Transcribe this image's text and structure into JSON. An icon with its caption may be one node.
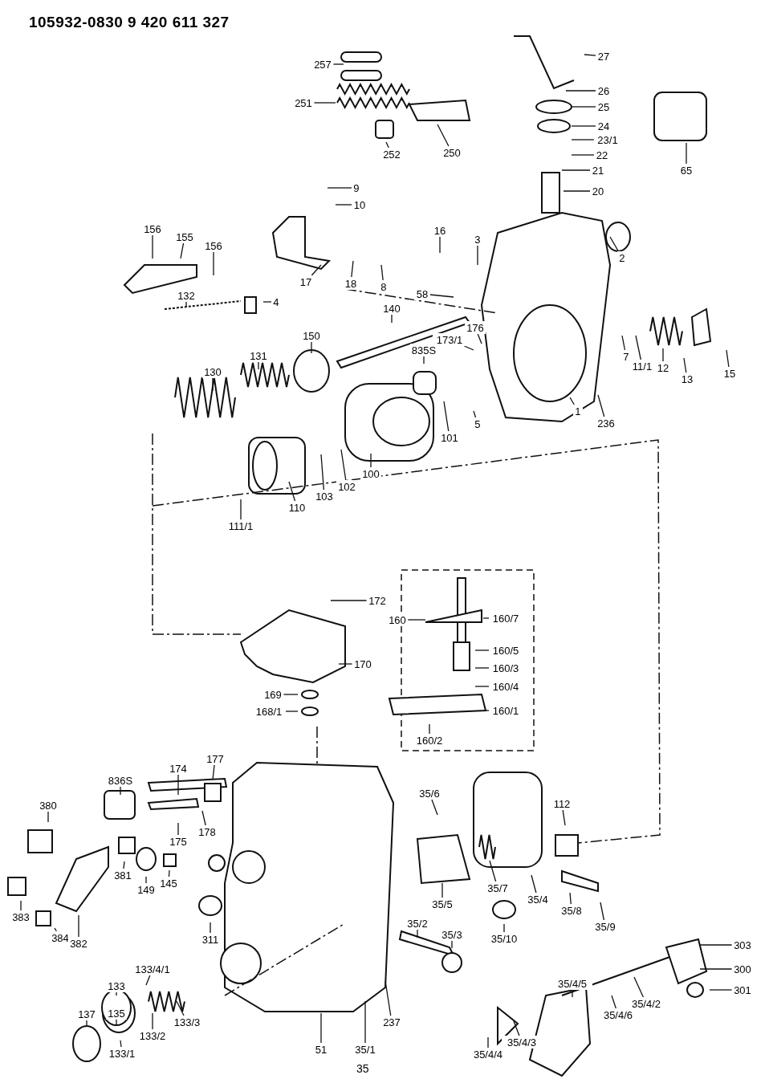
{
  "diagram": {
    "title": "105932-0830 9 420 611 327",
    "nodes": [
      {
        "text": [
          "257"
        ]
      },
      {
        "text": [
          "251"
        ]
      },
      {
        "text": [
          "252"
        ]
      },
      {
        "text": [
          "250"
        ]
      },
      {
        "text": [
          "27"
        ]
      },
      {
        "text": [
          "26"
        ]
      },
      {
        "text": [
          "25"
        ]
      },
      {
        "text": [
          "24"
        ]
      },
      {
        "text": [
          "23/1"
        ]
      },
      {
        "text": [
          "22"
        ]
      },
      {
        "text": [
          "21"
        ]
      },
      {
        "text": [
          "20"
        ]
      },
      {
        "text": [
          "65"
        ]
      },
      {
        "text": [
          "9"
        ]
      },
      {
        "text": [
          "10"
        ]
      },
      {
        "text": [
          "156"
        ]
      },
      {
        "text": [
          "155"
        ]
      },
      {
        "text": [
          "156"
        ]
      },
      {
        "text": [
          "132"
        ]
      },
      {
        "text": [
          "4"
        ]
      },
      {
        "text": [
          "16"
        ]
      },
      {
        "text": [
          "3"
        ]
      },
      {
        "text": [
          "2"
        ]
      },
      {
        "text": [
          "17"
        ]
      },
      {
        "text": [
          "18"
        ]
      },
      {
        "text": [
          "8"
        ]
      },
      {
        "text": [
          "58"
        ]
      },
      {
        "text": [
          "140"
        ]
      },
      {
        "text": [
          "176"
        ]
      },
      {
        "text": [
          "173/1"
        ]
      },
      {
        "text": [
          "835S"
        ]
      },
      {
        "text": [
          "7"
        ]
      },
      {
        "text": [
          "11/1"
        ]
      },
      {
        "text": [
          "12"
        ]
      },
      {
        "text": [
          "13"
        ]
      },
      {
        "text": [
          "15"
        ]
      },
      {
        "text": [
          "150"
        ]
      },
      {
        "text": [
          "131"
        ]
      },
      {
        "text": [
          "130"
        ]
      },
      {
        "text": [
          "101"
        ]
      },
      {
        "text": [
          "5"
        ]
      },
      {
        "text": [
          "1"
        ]
      },
      {
        "text": [
          "236"
        ]
      },
      {
        "text": [
          "100"
        ]
      },
      {
        "text": [
          "102"
        ]
      },
      {
        "text": [
          "103"
        ]
      },
      {
        "text": [
          "110"
        ]
      },
      {
        "text": [
          "111/1"
        ]
      },
      {
        "text": [
          "172"
        ]
      },
      {
        "text": [
          "160"
        ]
      },
      {
        "text": [
          "160/7"
        ]
      },
      {
        "text": [
          "160/5"
        ]
      },
      {
        "text": [
          "160/3"
        ]
      },
      {
        "text": [
          "170"
        ]
      },
      {
        "text": [
          "160/4"
        ]
      },
      {
        "text": [
          "169"
        ]
      },
      {
        "text": [
          "168/1"
        ]
      },
      {
        "text": [
          "160/1"
        ]
      },
      {
        "text": [
          "160/2"
        ]
      },
      {
        "text": [
          "177"
        ]
      },
      {
        "text": [
          "174"
        ]
      },
      {
        "text": [
          "836S"
        ]
      },
      {
        "text": [
          "380"
        ]
      },
      {
        "text": [
          "112"
        ]
      },
      {
        "text": [
          "35/6"
        ]
      },
      {
        "text": [
          "178"
        ]
      },
      {
        "text": [
          "175"
        ]
      },
      {
        "text": [
          "381"
        ]
      },
      {
        "text": [
          "149"
        ]
      },
      {
        "text": [
          "145"
        ]
      },
      {
        "text": [
          "35/7"
        ]
      },
      {
        "text": [
          "35/4"
        ]
      },
      {
        "text": [
          "35/5"
        ]
      },
      {
        "text": [
          "35/8"
        ]
      },
      {
        "text": [
          "35/9"
        ]
      },
      {
        "text": [
          "383"
        ]
      },
      {
        "text": [
          "384"
        ]
      },
      {
        "text": [
          "382"
        ]
      },
      {
        "text": [
          "311"
        ]
      },
      {
        "text": [
          "35/10"
        ]
      },
      {
        "text": [
          "35/2"
        ]
      },
      {
        "text": [
          "35/3"
        ]
      },
      {
        "text": [
          "133/4/1"
        ]
      },
      {
        "text": [
          "133"
        ]
      },
      {
        "text": [
          "137"
        ]
      },
      {
        "text": [
          "135"
        ]
      },
      {
        "text": [
          "133/3"
        ]
      },
      {
        "text": [
          "133/2"
        ]
      },
      {
        "text": [
          "133/1"
        ]
      },
      {
        "text": [
          "51"
        ]
      },
      {
        "text": [
          "35/1"
        ]
      },
      {
        "text": [
          "237"
        ]
      },
      {
        "text": [
          "303"
        ]
      },
      {
        "text": [
          "300"
        ]
      },
      {
        "text": [
          "301"
        ]
      },
      {
        "text": [
          "35/4/5"
        ]
      },
      {
        "text": [
          "35/4/2"
        ]
      },
      {
        "text": [
          "35/4/6"
        ]
      },
      {
        "text": [
          "35/4/3"
        ]
      },
      {
        "text": [
          "35/4/4"
        ]
      }
    ],
    "edges": [
      {
        "from": 0,
        "to": null,
        "arrow": "none"
      },
      {
        "from": 1,
        "to": null,
        "arrow": "none"
      },
      {
        "from": 2,
        "to": null,
        "arrow": "none"
      },
      {
        "from": 3,
        "to": null,
        "arrow": "none"
      },
      {
        "from": 4,
        "to": null,
        "arrow": "none"
      },
      {
        "from": 5,
        "to": null,
        "arrow": "none"
      },
      {
        "from": 6,
        "to": null,
        "arrow": "none"
      },
      {
        "from": 7,
        "to": null,
        "arrow": "none"
      },
      {
        "from": 8,
        "to": null,
        "arrow": "none"
      },
      {
        "from": 9,
        "to": null,
        "arrow": "none"
      },
      {
        "from": 10,
        "to": null,
        "arrow": "none"
      },
      {
        "from": 11,
        "to": null,
        "arrow": "none"
      },
      {
        "from": 12,
        "to": null,
        "arrow": "none"
      },
      {
        "from": 13,
        "to": null,
        "arrow": "none"
      },
      {
        "from": 14,
        "to": null,
        "arrow": "none"
      },
      {
        "from": 15,
        "to": null,
        "arrow": "none"
      },
      {
        "from": 16,
        "to": null,
        "arrow": "none"
      },
      {
        "from": 17,
        "to": null,
        "arrow": "none"
      },
      {
        "from": 18,
        "to": null,
        "arrow": "none"
      },
      {
        "from": 19,
        "to": null,
        "arrow": "none"
      },
      {
        "from": 20,
        "to": null,
        "arrow": "none"
      },
      {
        "from": 21,
        "to": null,
        "arrow": "none"
      },
      {
        "from": 22,
        "to": null,
        "arrow": "none"
      },
      {
        "from": 23,
        "to": null,
        "arrow": "none"
      },
      {
        "from": 24,
        "to": null,
        "arrow": "none"
      },
      {
        "from": 25,
        "to": null,
        "arrow": "none"
      },
      {
        "from": 26,
        "to": null,
        "arrow": "none"
      },
      {
        "from": 27,
        "to": null,
        "arrow": "none"
      },
      {
        "from": 28,
        "to": null,
        "arrow": "none"
      },
      {
        "from": 29,
        "to": null,
        "arrow": "none"
      },
      {
        "from": 30,
        "to": null,
        "arrow": "none"
      },
      {
        "from": 31,
        "to": null,
        "arrow": "none"
      },
      {
        "from": 32,
        "to": null,
        "arrow": "none"
      },
      {
        "from": 33,
        "to": null,
        "arrow": "none"
      },
      {
        "from": 34,
        "to": null,
        "arrow": "none"
      },
      {
        "from": 35,
        "to": null,
        "arrow": "none"
      },
      {
        "from": 36,
        "to": null,
        "arrow": "none"
      },
      {
        "from": 37,
        "to": null,
        "arrow": "none"
      },
      {
        "from": 38,
        "to": null,
        "arrow": "none"
      },
      {
        "from": 39,
        "to": null,
        "arrow": "none"
      },
      {
        "from": 40,
        "to": null,
        "arrow": "none"
      },
      {
        "from": 41,
        "to": null,
        "arrow": "none"
      },
      {
        "from": 42,
        "to": null,
        "arrow": "none"
      },
      {
        "from": 43,
        "to": null,
        "arrow": "none"
      },
      {
        "from": 44,
        "to": null,
        "arrow": "none"
      },
      {
        "from": 45,
        "to": null,
        "arrow": "none"
      },
      {
        "from": 46,
        "to": null,
        "arrow": "none"
      },
      {
        "from": 47,
        "to": null,
        "arrow": "none"
      },
      {
        "from": 48,
        "to": null,
        "arrow": "none"
      },
      {
        "from": 49,
        "to": null,
        "arrow": "none"
      },
      {
        "from": 50,
        "to": null,
        "arrow": "none"
      },
      {
        "from": 51,
        "to": null,
        "arrow": "none"
      },
      {
        "from": 52,
        "to": null,
        "arrow": "none"
      },
      {
        "from": 53,
        "to": null,
        "arrow": "none"
      },
      {
        "from": 54,
        "to": null,
        "arrow": "none"
      },
      {
        "from": 55,
        "to": null,
        "arrow": "none"
      },
      {
        "from": 56,
        "to": null,
        "arrow": "none"
      },
      {
        "from": 57,
        "to": null,
        "arrow": "none"
      },
      {
        "from": 58,
        "to": null,
        "arrow": "none"
      },
      {
        "from": 59,
        "to": null,
        "arrow": "none"
      },
      {
        "from": 60,
        "to": null,
        "arrow": "none"
      },
      {
        "from": 61,
        "to": null,
        "arrow": "none"
      },
      {
        "from": 62,
        "to": null,
        "arrow": "none"
      },
      {
        "from": 63,
        "to": null,
        "arrow": "none"
      },
      {
        "from": 64,
        "to": null,
        "arrow": "none"
      },
      {
        "from": 65,
        "to": null,
        "arrow": "none"
      },
      {
        "from": 66,
        "to": null,
        "arrow": "none"
      },
      {
        "from": 67,
        "to": null,
        "arrow": "none"
      },
      {
        "from": 68,
        "to": null,
        "arrow": "none"
      },
      {
        "from": 69,
        "to": null,
        "arrow": "none"
      },
      {
        "from": 70,
        "to": null,
        "arrow": "none"
      },
      {
        "from": 71,
        "to": null,
        "arrow": "none"
      },
      {
        "from": 72,
        "to": null,
        "arrow": "none"
      },
      {
        "from": 73,
        "to": null,
        "arrow": "none"
      },
      {
        "from": 74,
        "to": null,
        "arrow": "none"
      },
      {
        "from": 75,
        "to": null,
        "arrow": "none"
      },
      {
        "from": 76,
        "to": null,
        "arrow": "none"
      },
      {
        "from": 77,
        "to": null,
        "arrow": "none"
      },
      {
        "from": 78,
        "to": null,
        "arrow": "none"
      },
      {
        "from": 79,
        "to": null,
        "arrow": "none"
      },
      {
        "from": 80,
        "to": null,
        "arrow": "none"
      },
      {
        "from": 81,
        "to": null,
        "arrow": "none"
      },
      {
        "from": 82,
        "to": null,
        "arrow": "none"
      },
      {
        "from": 83,
        "to": null,
        "arrow": "none"
      },
      {
        "from": 84,
        "to": null,
        "arrow": "none"
      },
      {
        "from": 85,
        "to": null,
        "arrow": "none"
      },
      {
        "from": 86,
        "to": null,
        "arrow": "none"
      },
      {
        "from": 87,
        "to": null,
        "arrow": "none"
      },
      {
        "from": 88,
        "to": null,
        "arrow": "none"
      },
      {
        "from": 89,
        "to": null,
        "arrow": "none"
      },
      {
        "from": 90,
        "to": null,
        "arrow": "none"
      },
      {
        "from": 91,
        "to": null,
        "arrow": "none"
      },
      {
        "from": 92,
        "to": null,
        "arrow": "none"
      },
      {
        "from": 93,
        "to": null,
        "arrow": "none"
      },
      {
        "from": 94,
        "to": null,
        "arrow": "none"
      },
      {
        "from": 95,
        "to": null,
        "arrow": "none"
      },
      {
        "from": 96,
        "to": null,
        "arrow": "none"
      },
      {
        "from": 97,
        "to": null,
        "arrow": "none"
      },
      {
        "from": 98,
        "to": null,
        "arrow": "none"
      },
      {
        "from": 99,
        "to": null,
        "arrow": "none"
      }
    ],
    "labels": [
      "35"
    ]
  }
}
